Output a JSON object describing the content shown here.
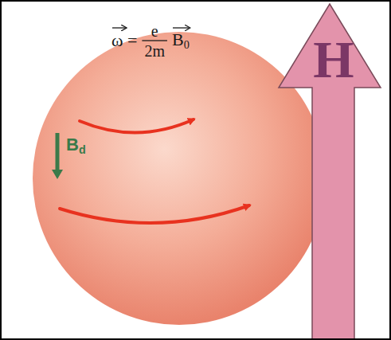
{
  "diagram": {
    "nodes": [
      {
        "text": [
          "ω =",
          "e",
          "2m",
          "B0",
          "Bd"
        ]
      },
      {
        "text": [
          "H"
        ]
      }
    ]
  }
}
